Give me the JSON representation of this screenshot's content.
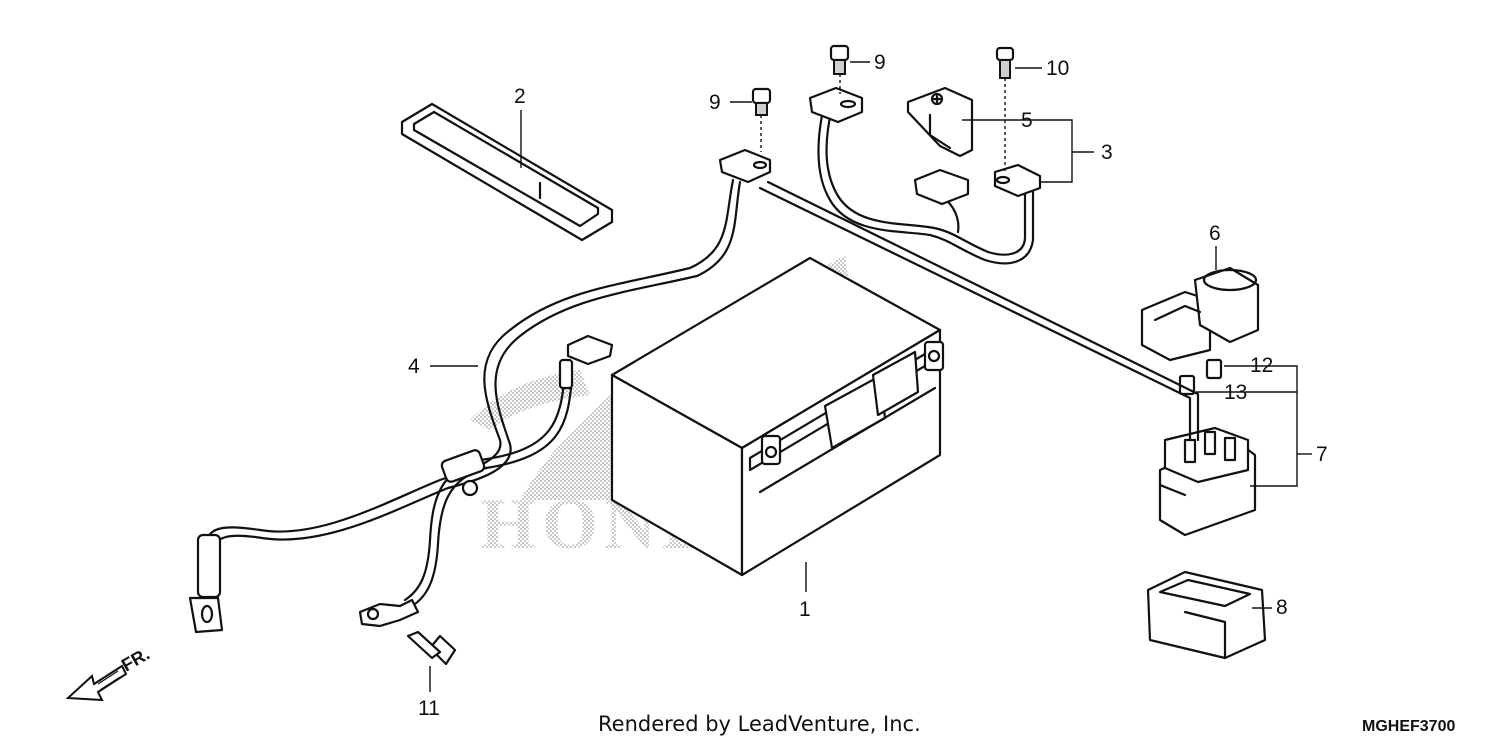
{
  "watermark": {
    "text": "HONDA"
  },
  "callouts": {
    "c1": "1",
    "c2": "2",
    "c3": "3",
    "c4": "4",
    "c5": "5",
    "c6": "6",
    "c7": "7",
    "c8": "8",
    "c9a": "9",
    "c9b": "9",
    "c10": "10",
    "c11": "11",
    "c12": "12",
    "c13": "13"
  },
  "direction": {
    "label": "FR."
  },
  "footer": {
    "credit": "Rendered by LeadVenture, Inc.",
    "diagram_code": "MGHEF3700"
  }
}
